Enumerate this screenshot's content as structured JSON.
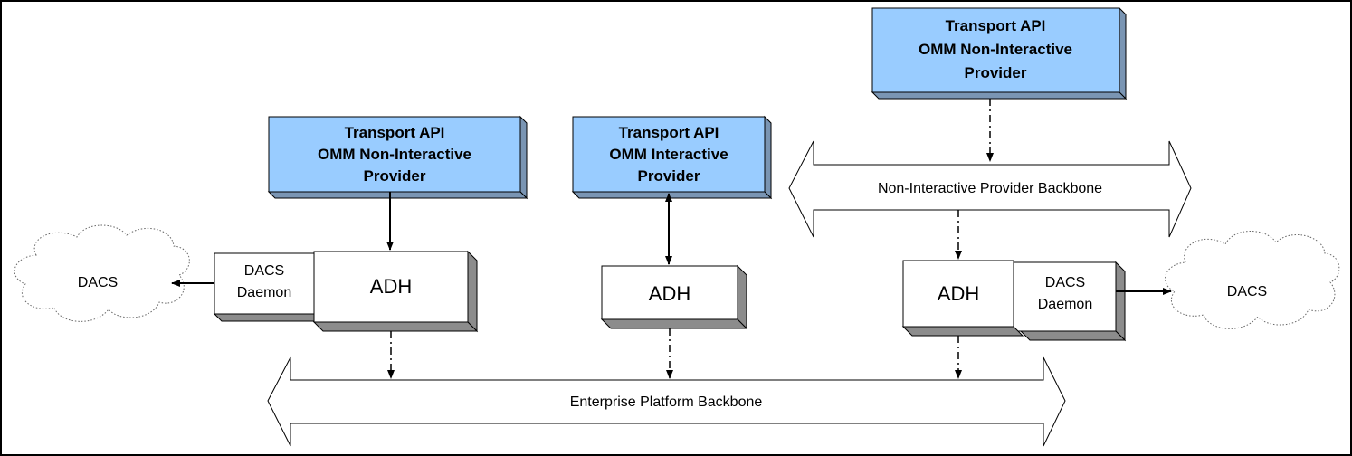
{
  "providers": {
    "left": {
      "line1": "Transport API",
      "line2": "OMM Non-Interactive",
      "line3": "Provider"
    },
    "middle": {
      "line1": "Transport API",
      "line2": "OMM Interactive",
      "line3": "Provider"
    },
    "right": {
      "line1": "Transport API",
      "line2": "OMM Non-Interactive",
      "line3": "Provider"
    }
  },
  "adh": {
    "left": "ADH",
    "middle": "ADH",
    "right": "ADH"
  },
  "daemons": {
    "left": {
      "line1": "DACS",
      "line2": "Daemon"
    },
    "right": {
      "line1": "DACS",
      "line2": "Daemon"
    }
  },
  "dacs": {
    "left": "DACS",
    "right": "DACS"
  },
  "backbones": {
    "non_interactive": "Non-Interactive Provider Backbone",
    "enterprise": "Enterprise Platform Backbone"
  },
  "colors": {
    "provider_fill": "#99ccff",
    "provider_side": "#7a95b3",
    "adh_fill": "#ffffff",
    "box_shadow": "#8c8c8c",
    "line": "#000000"
  }
}
